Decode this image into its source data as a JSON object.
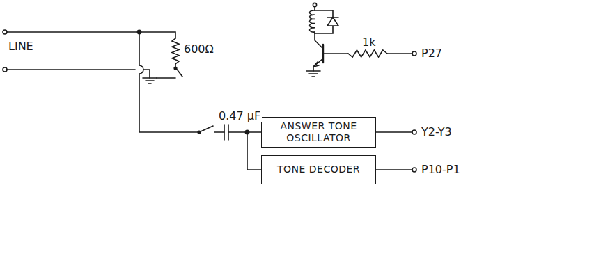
{
  "diagram": {
    "nodes": [
      {
        "text": [
          "ANSWER TONE OSCILLATOR"
        ]
      },
      {
        "text": [
          "TONE DECODER"
        ]
      }
    ],
    "edges": [
      {
        "from": 0,
        "to": 1,
        "arrow": "none"
      }
    ],
    "labels": [
      "LINE",
      "600Ω",
      "1k",
      "P27",
      "0.47 µF",
      "Y2-Y3",
      "P10-P1"
    ]
  }
}
